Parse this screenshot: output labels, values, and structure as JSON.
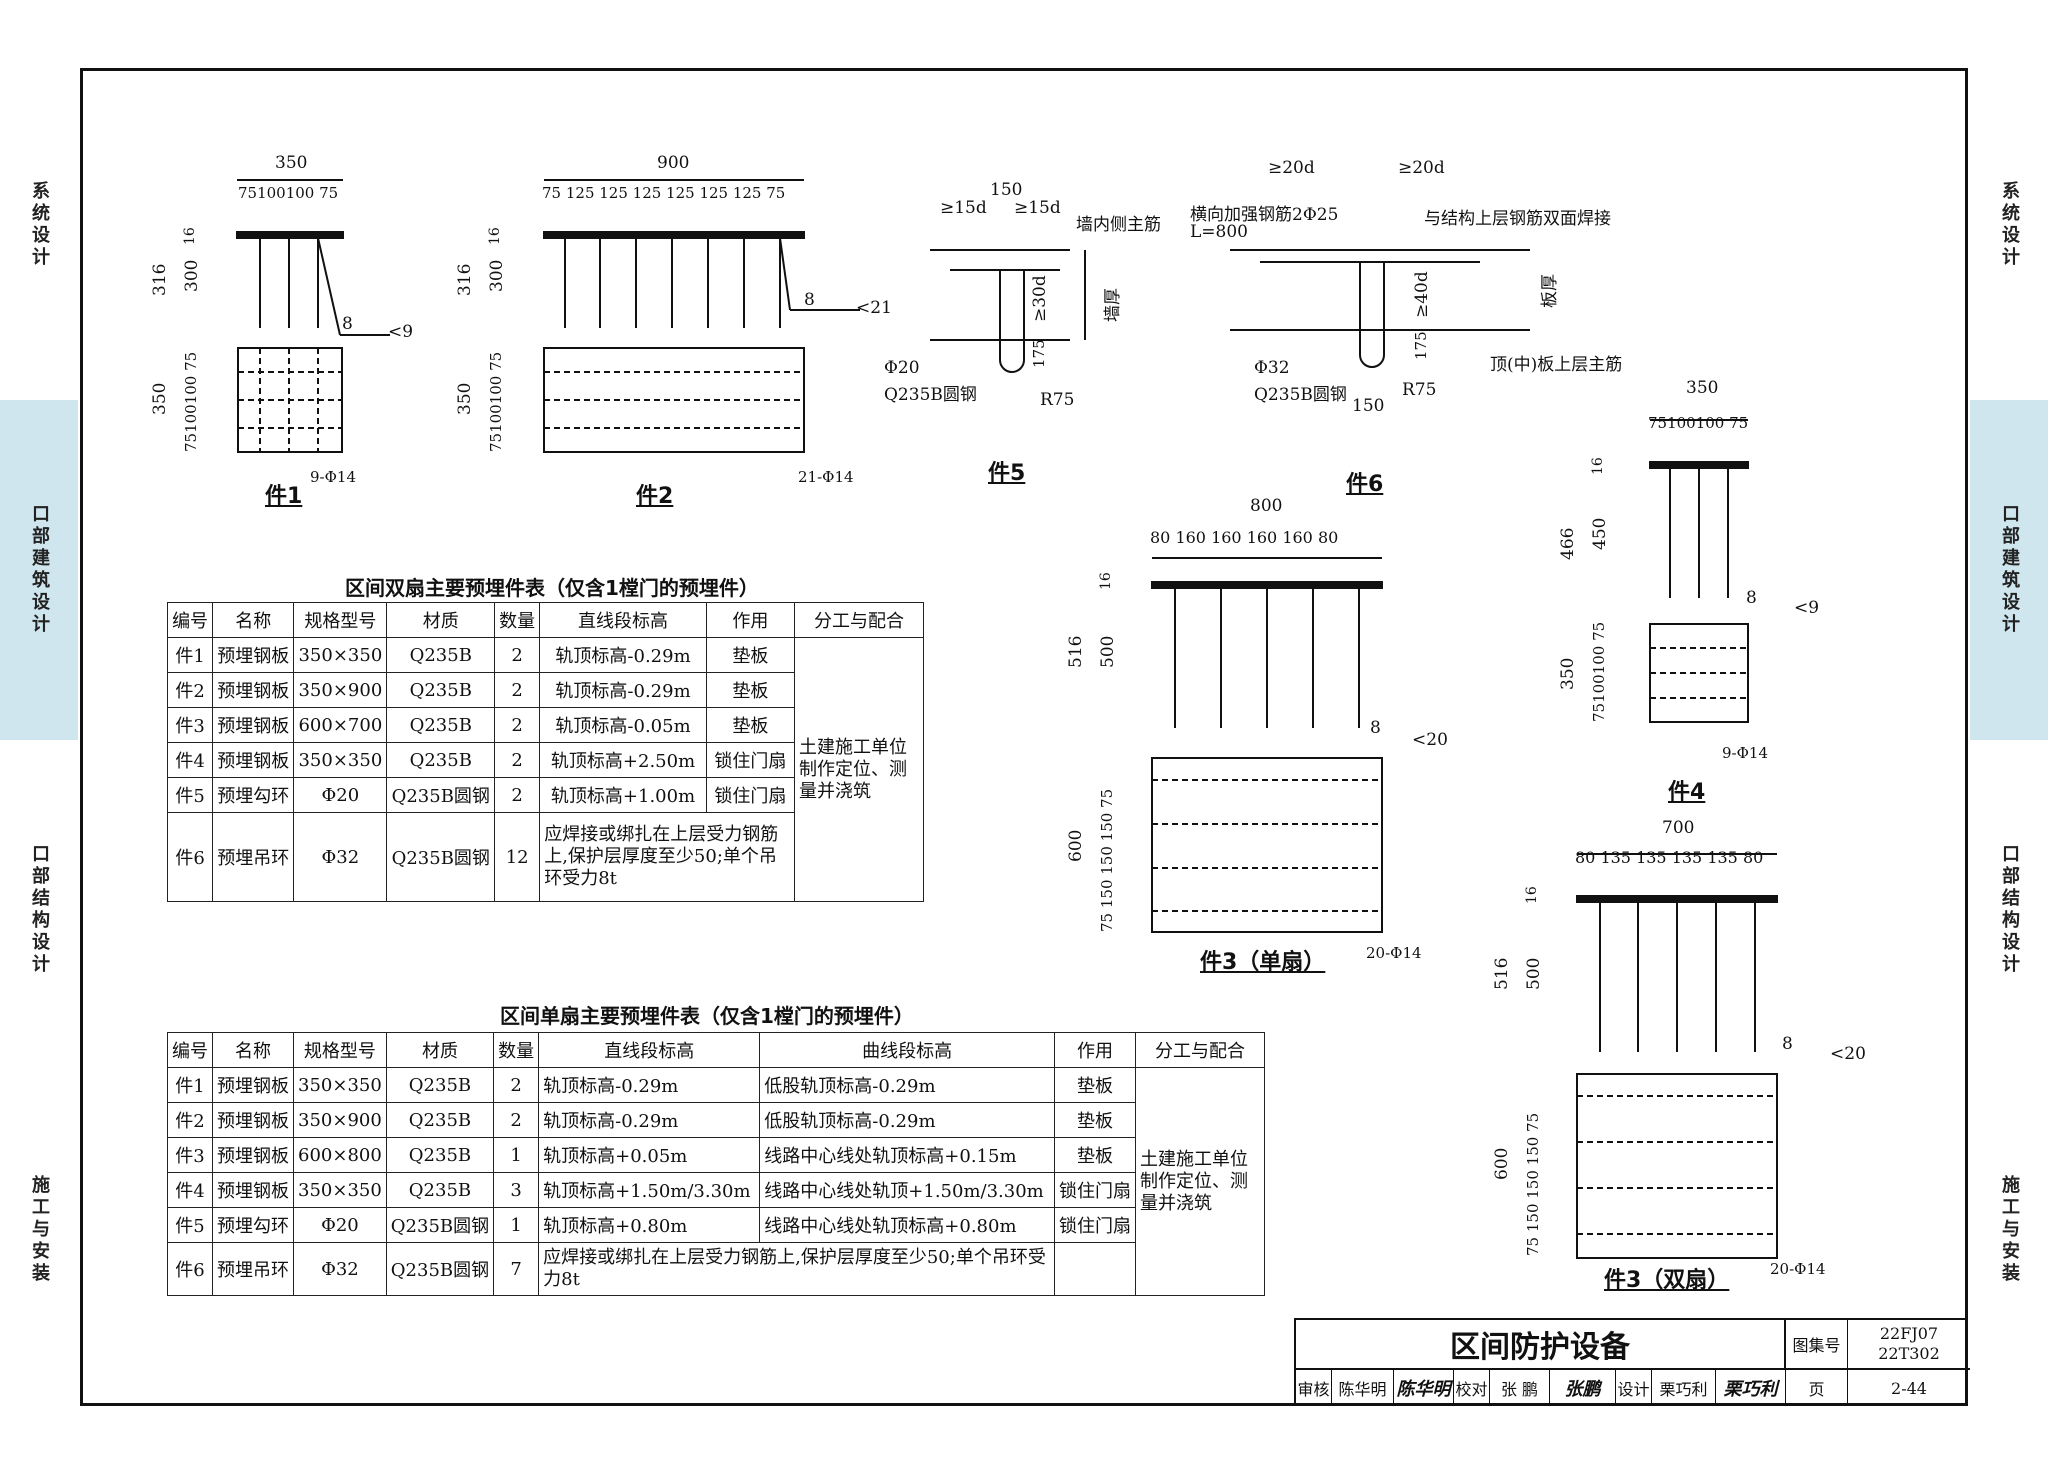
{
  "side_nav": {
    "items": [
      "系统设计",
      "口部建筑设计",
      "口部结构设计",
      "施工与安装"
    ]
  },
  "parts": {
    "p1": {
      "label": "件1",
      "top_total": "350",
      "top_split": "75100100 75",
      "h_total": "316",
      "h_main": "300",
      "h_plate": "16",
      "plan_total": "350",
      "plan_split": "75100100 75",
      "weld": "8",
      "count": "9",
      "bolts": "9-Φ14"
    },
    "p2": {
      "label": "件2",
      "top_total": "900",
      "top_split": "75 125 125 125 125 125 125 75",
      "h_total": "316",
      "h_main": "300",
      "h_plate": "16",
      "plan_total": "350",
      "plan_split": "75100100 75",
      "weld": "8",
      "count": "21",
      "bolts": "21-Φ14"
    },
    "p5": {
      "label": "件5",
      "w": "150",
      "anchor_l": "≥15d",
      "anchor_r": "≥15d",
      "note": "墙内侧主筋",
      "depth": "≥30d",
      "thick": "墙厚",
      "h": "175",
      "bar": "Φ20",
      "steel": "Q235B圆钢",
      "r": "R75"
    },
    "p6": {
      "label": "件6",
      "a1": "≥20d",
      "a2": "≥20d",
      "note1": "横向加强钢筋2Φ25",
      "note2": "L=800",
      "note3": "与结构上层钢筋双面焊接",
      "depth": "≥40d",
      "thick": "板厚",
      "h": "175",
      "bar": "Φ32",
      "steel": "Q235B圆钢",
      "w": "150",
      "r": "R75",
      "note4": "顶(中)板上层主筋"
    },
    "p4": {
      "label": "件4",
      "top_total": "350",
      "top_split": "75100100 75",
      "h_total": "466",
      "h_main": "450",
      "h_plate": "16",
      "plan_total": "350",
      "plan_split": "75100100 75",
      "weld": "8",
      "count": "9",
      "bolts": "9-Φ14"
    },
    "p3s": {
      "label": "件3（单扇）",
      "top_total": "800",
      "top_split": "80 160 160 160 160 80",
      "h_total": "516",
      "h_main": "500",
      "h_plate": "16",
      "plan_total": "600",
      "plan_split": "75 150 150 150 75",
      "weld": "8",
      "count": "20",
      "bolts": "20-Φ14"
    },
    "p3d": {
      "label": "件3（双扇）",
      "top_total": "700",
      "top_split": "80 135 135 135 135 80",
      "h_total": "516",
      "h_main": "500",
      "h_plate": "16",
      "plan_total": "600",
      "plan_split": "75 150 150 150 75",
      "weld": "8",
      "count": "20",
      "bolts": "20-Φ14"
    }
  },
  "table_double": {
    "title": "区间双扇主要预埋件表（仅含1樘门的预埋件）",
    "headers": [
      "编号",
      "名称",
      "规格型号",
      "材质",
      "数量",
      "直线段标高",
      "作用",
      "分工与配合"
    ],
    "rows": [
      [
        "件1",
        "预埋钢板",
        "350×350",
        "Q235B",
        "2",
        "轨顶标高-0.29m",
        "垫板"
      ],
      [
        "件2",
        "预埋钢板",
        "350×900",
        "Q235B",
        "2",
        "轨顶标高-0.29m",
        "垫板"
      ],
      [
        "件3",
        "预埋钢板",
        "600×700",
        "Q235B",
        "2",
        "轨顶标高-0.05m",
        "垫板"
      ],
      [
        "件4",
        "预埋钢板",
        "350×350",
        "Q235B",
        "2",
        "轨顶标高+2.50m",
        "锁住门扇"
      ],
      [
        "件5",
        "预埋勾环",
        "Φ20",
        "Q235B圆钢",
        "2",
        "轨顶标高+1.00m",
        "锁住门扇"
      ]
    ],
    "row6": [
      "件6",
      "预埋吊环",
      "Φ32",
      "Q235B圆钢",
      "12",
      "应焊接或绑扎在上层受力钢筋上,保护层厚度至少50;单个吊环受力8t"
    ],
    "coop": "土建施工单位制作定位、测量并浇筑"
  },
  "table_single": {
    "title": "区间单扇主要预埋件表（仅含1樘门的预埋件）",
    "headers": [
      "编号",
      "名称",
      "规格型号",
      "材质",
      "数量",
      "直线段标高",
      "曲线段标高",
      "作用",
      "分工与配合"
    ],
    "rows": [
      [
        "件1",
        "预埋钢板",
        "350×350",
        "Q235B",
        "2",
        "轨顶标高-0.29m",
        "低股轨顶标高-0.29m",
        "垫板"
      ],
      [
        "件2",
        "预埋钢板",
        "350×900",
        "Q235B",
        "2",
        "轨顶标高-0.29m",
        "低股轨顶标高-0.29m",
        "垫板"
      ],
      [
        "件3",
        "预埋钢板",
        "600×800",
        "Q235B",
        "1",
        "轨顶标高+0.05m",
        "线路中心线处轨顶标高+0.15m",
        "垫板"
      ],
      [
        "件4",
        "预埋钢板",
        "350×350",
        "Q235B",
        "3",
        "轨顶标高+1.50m/3.30m",
        "线路中心线处轨顶+1.50m/3.30m",
        "锁住门扇"
      ],
      [
        "件5",
        "预埋勾环",
        "Φ20",
        "Q235B圆钢",
        "1",
        "轨顶标高+0.80m",
        "线路中心线处轨顶标高+0.80m",
        "锁住门扇"
      ]
    ],
    "row6": [
      "件6",
      "预埋吊环",
      "Φ32",
      "Q235B圆钢",
      "7",
      "应焊接或绑扎在上层受力钢筋上,保护层厚度至少50;单个吊环受力8t"
    ],
    "coop": "土建施工单位制作定位、测量并浇筑"
  },
  "title_block": {
    "title": "区间防护设备",
    "atlas_label": "图集号",
    "atlas_no": "22FJ07\n22T302",
    "review": "审核",
    "reviewer": "陈华明",
    "review_sig": "陈华明",
    "check": "校对",
    "checker": "张 鹏",
    "check_sig": "张鹏",
    "design": "设计",
    "designer": "栗巧利",
    "design_sig": "栗巧利",
    "page_label": "页",
    "page_no": "2-44"
  }
}
